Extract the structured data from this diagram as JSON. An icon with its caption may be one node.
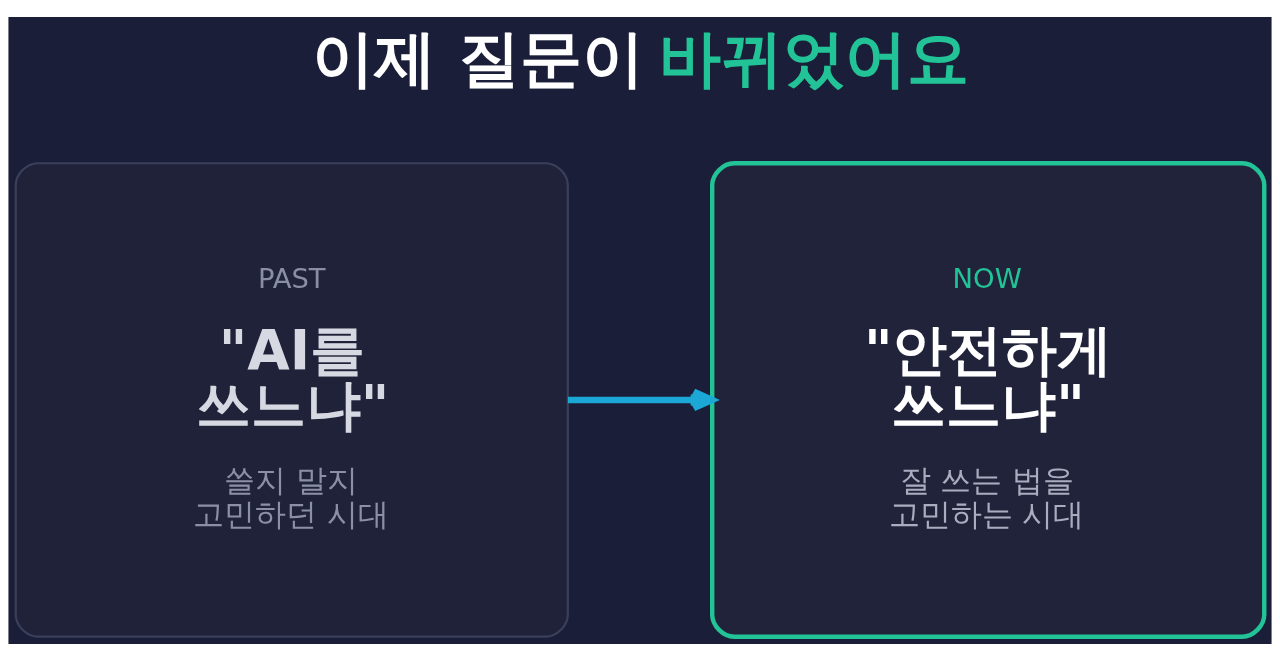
{
  "diagram": {
    "title": "이제 질문이 바뀌었어요",
    "nodes": [
      {
        "text": [
          "PAST",
          "\"AI를 쓰느냐\"",
          "쓸지 말지 고민하던 시대"
        ]
      },
      {
        "text": [
          "NOW",
          "\"안전하게 쓰느냐\"",
          "잘 쓰는 법을 고민하는 시대"
        ]
      }
    ],
    "edges": [
      {
        "from": 0,
        "to": 1,
        "arrow": "to",
        "color": "#1ba8d6"
      }
    ]
  }
}
